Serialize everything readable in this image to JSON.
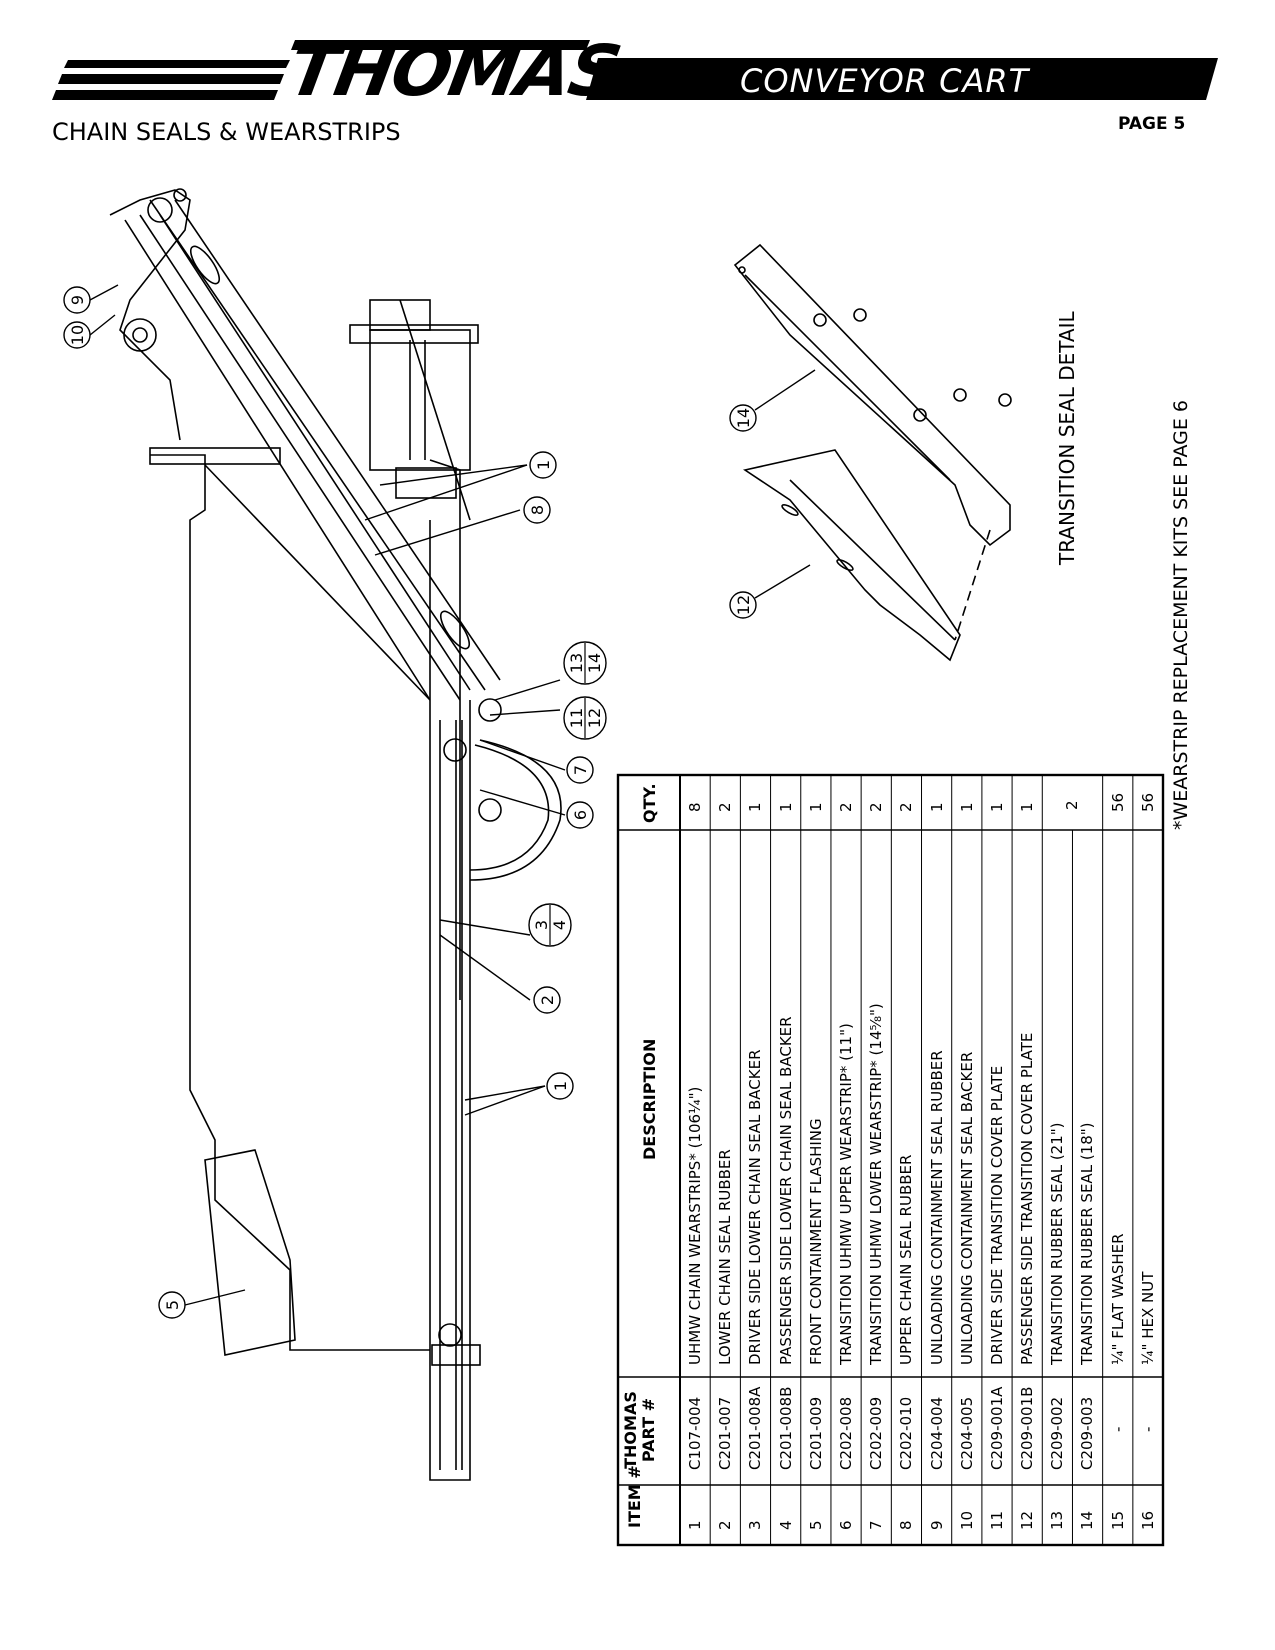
{
  "header": {
    "brand": "THOMAS",
    "doc_title": "CONVEYOR CART",
    "section_title": "CHAIN SEALS & WEARSTRIPS",
    "page": "PAGE 5"
  },
  "detail_label": "TRANSITION SEAL DETAIL",
  "footnote": "*WEARSTRIP REPLACEMENT KITS SEE PAGE 6",
  "callouts": {
    "c1a": "1",
    "c8": "8",
    "c13": "13",
    "c14top": "14",
    "c11": "11",
    "c12": "12",
    "c7": "7",
    "c6": "6",
    "c3": "3",
    "c4": "4",
    "c2": "2",
    "c1b": "1",
    "c5": "5",
    "c9": "9",
    "c10": "10",
    "c14": "14",
    "c12d": "12"
  },
  "parts_table": {
    "headers": {
      "item": "ITEM #",
      "part": "THOMAS PART #",
      "description": "DESCRIPTION",
      "qty": "QTY."
    },
    "rows": [
      {
        "item": "1",
        "part": "C107-004",
        "description": "UHMW CHAIN WEARSTRIPS* (106¼\")",
        "qty": "8"
      },
      {
        "item": "2",
        "part": "C201-007",
        "description": "LOWER CHAIN SEAL RUBBER",
        "qty": "2"
      },
      {
        "item": "3",
        "part": "C201-008A",
        "description": "DRIVER SIDE LOWER CHAIN SEAL BACKER",
        "qty": "1"
      },
      {
        "item": "4",
        "part": "C201-008B",
        "description": "PASSENGER SIDE LOWER CHAIN SEAL BACKER",
        "qty": "1"
      },
      {
        "item": "5",
        "part": "C201-009",
        "description": "FRONT CONTAINMENT FLASHING",
        "qty": "1"
      },
      {
        "item": "6",
        "part": "C202-008",
        "description": "TRANSITION UHMW UPPER WEARSTRIP* (11\")",
        "qty": "2"
      },
      {
        "item": "7",
        "part": "C202-009",
        "description": "TRANSITION UHMW LOWER WEARSTRIP* (14⅝\")",
        "qty": "2"
      },
      {
        "item": "8",
        "part": "C202-010",
        "description": "UPPER CHAIN SEAL RUBBER",
        "qty": "2"
      },
      {
        "item": "9",
        "part": "C204-004",
        "description": "UNLOADING CONTAINMENT SEAL RUBBER",
        "qty": "1"
      },
      {
        "item": "10",
        "part": "C204-005",
        "description": "UNLOADING CONTAINMENT SEAL BACKER",
        "qty": "1"
      },
      {
        "item": "11",
        "part": "C209-001A",
        "description": "DRIVER SIDE TRANSITION COVER PLATE",
        "qty": "1"
      },
      {
        "item": "12",
        "part": "C209-001B",
        "description": "PASSENGER SIDE TRANSITION COVER PLATE",
        "qty": "1"
      },
      {
        "item": "13",
        "part": "C209-002",
        "description": "TRANSITION RUBBER SEAL (21\")",
        "qty": "2"
      },
      {
        "item": "14",
        "part": "C209-003",
        "description": "TRANSITION RUBBER SEAL (18\")",
        "qty": ""
      },
      {
        "item": "15",
        "part": "-",
        "description": "¼\" FLAT WASHER",
        "qty": "56"
      },
      {
        "item": "16",
        "part": "-",
        "description": "¼\" HEX NUT",
        "qty": "56"
      }
    ]
  }
}
